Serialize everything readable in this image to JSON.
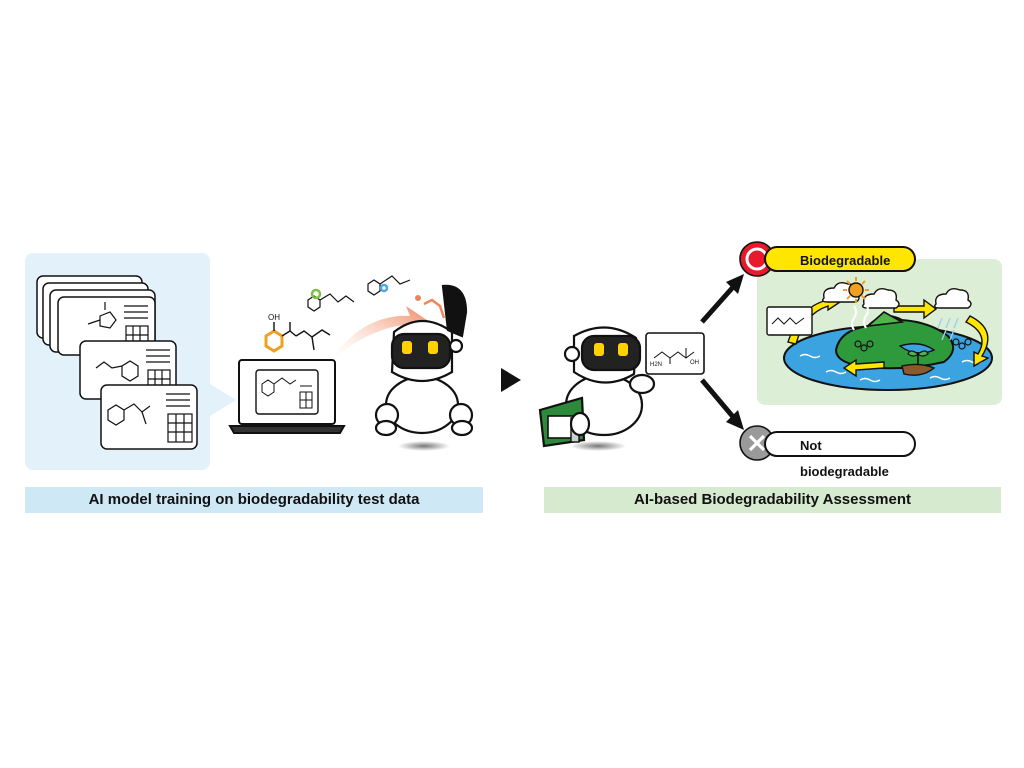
{
  "captions": {
    "training": "AI model training on biodegradability test data",
    "assessment": "AI-based Biodegradability Assessment"
  },
  "outcomes": {
    "positive": "Biodegradable",
    "negative": "Not biodegradable"
  },
  "colors": {
    "training_panel": "#e2f1fa",
    "training_caption": "#cfe8f6",
    "assessment_panel": "#ddeed6",
    "assessment_caption": "#d6ead0",
    "positive_label": "#ffe600",
    "positive_mark": "#e8192c",
    "negative_mark": "#9a9a9a",
    "highlight_orange": "#f0a020",
    "highlight_green": "#7cc242",
    "highlight_blue": "#4aa6e0"
  },
  "icons": {
    "training_documents": "stacked-data-sheets-icon",
    "laptop": "laptop-icon",
    "ai_robot_training": "robot-open-head-icon",
    "flow_arrow": "play-triangle-icon",
    "ai_robot_assessment": "robot-holding-card-icon",
    "positive_mark": "double-circle-icon",
    "negative_mark": "x-circle-icon",
    "environment": "water-cycle-island-icon"
  }
}
